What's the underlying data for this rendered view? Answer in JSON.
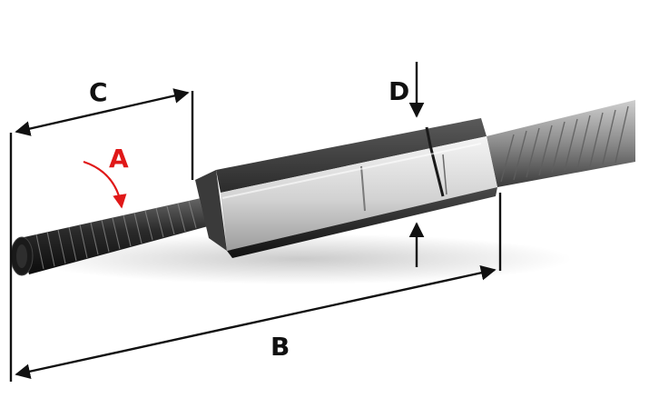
{
  "labels": {
    "a": "A",
    "b": "B",
    "c": "C",
    "d": "D"
  },
  "colors": {
    "label_black": "#111111",
    "label_red": "#e01818",
    "metal_light": "#e6e6e6",
    "metal_mid": "#bdbdbd",
    "metal_dark": "#1e1e1e",
    "thread": "#2a2a2a",
    "cable": "#9a9a9a"
  },
  "icons": {
    "fitting": "threaded-terminal-stud-icon"
  }
}
